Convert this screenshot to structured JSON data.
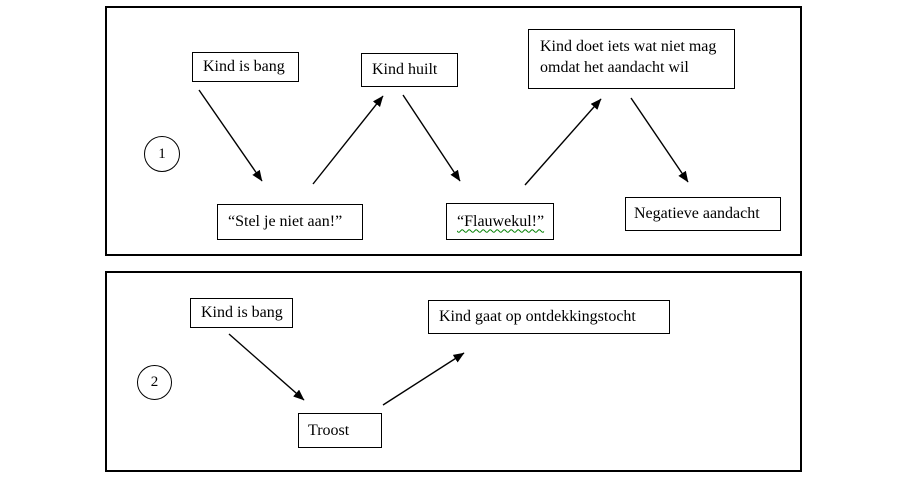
{
  "diagram": {
    "colors": {
      "line": "#000000",
      "background": "#ffffff",
      "spellcheck_squiggle": "#008000"
    },
    "panels": [
      {
        "number": "1",
        "nodes": {
          "kind_is_bang": "Kind is bang",
          "kind_huilt": "Kind huilt",
          "kind_doet_lines": [
            "Kind doet iets wat niet mag",
            "omdat het aandacht wil"
          ],
          "stel_je_niet_aan": "“Stel je niet aan!”",
          "flauwekul": "“Flauwekul!”",
          "negatieve_aandacht": "Negatieve aandacht"
        },
        "edges": [
          {
            "from": "Kind is bang",
            "to": "“Stel je niet aan!”"
          },
          {
            "from": "“Stel je niet aan!”",
            "to": "Kind huilt"
          },
          {
            "from": "Kind huilt",
            "to": "“Flauwekul!”"
          },
          {
            "from": "“Flauwekul!”",
            "to": "Kind doet iets wat niet mag omdat het aandacht wil"
          },
          {
            "from": "Kind doet iets wat niet mag omdat het aandacht wil",
            "to": "Negatieve aandacht"
          }
        ]
      },
      {
        "number": "2",
        "nodes": {
          "kind_is_bang": "Kind is bang",
          "kind_gaat_op_ontdekkingstocht": "Kind gaat op ontdekkingstocht",
          "troost": "Troost"
        },
        "edges": [
          {
            "from": "Kind is bang",
            "to": "Troost"
          },
          {
            "from": "Troost",
            "to": "Kind gaat op ontdekkingstocht"
          }
        ]
      }
    ]
  }
}
